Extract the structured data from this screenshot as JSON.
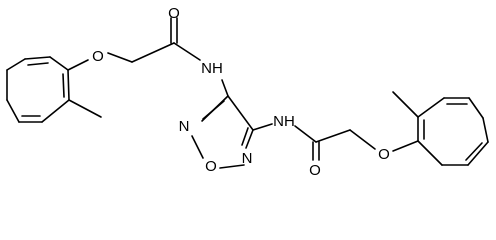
{
  "diagram": {
    "type": "chemical-structure",
    "atoms": {
      "o_top": "O",
      "o_ether_left": "O",
      "nh_left": "NH",
      "n_ring_left": "N",
      "o_ring": "O",
      "n_ring_right": "N",
      "nh_right": "NH",
      "o_bottom": "O",
      "o_ether_right": "O"
    }
  }
}
